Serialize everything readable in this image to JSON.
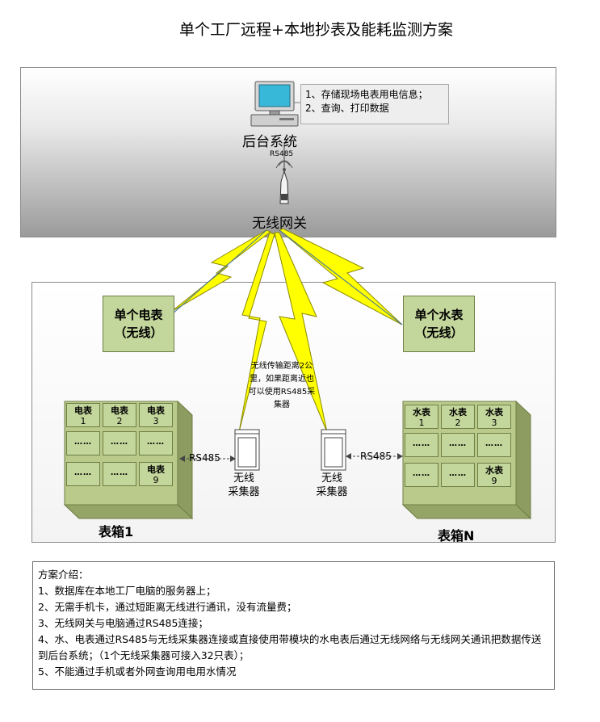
{
  "title": "单个工厂远程+本地抄表及能耗监测方案",
  "backend": {
    "label": "后台系统",
    "info": [
      "1、存储现场电表用电信息；",
      "2、查询、打印数据"
    ],
    "link_label": "RS485"
  },
  "gateway": {
    "label": "无线网关"
  },
  "single_meter_electric": {
    "line1": "单个电表",
    "line2": "（无线）"
  },
  "single_meter_water": {
    "line1": "单个水表",
    "line2": "（无线）"
  },
  "note": "无线传输距离2公里，如果距离近也可以使用RS485采集器",
  "collector_left": {
    "line1": "无线",
    "line2": "采集器"
  },
  "collector_right": {
    "line1": "无线",
    "line2": "采集器"
  },
  "link_left": "RS485",
  "link_right": "RS485",
  "box1": {
    "label": "表箱1",
    "cells": [
      {
        "l1": "电表",
        "l2": "1"
      },
      {
        "l1": "电表",
        "l2": "2"
      },
      {
        "l1": "电表",
        "l2": "3"
      },
      {
        "l1": "……",
        "l2": ""
      },
      {
        "l1": "……",
        "l2": ""
      },
      {
        "l1": "……",
        "l2": ""
      },
      {
        "l1": "……",
        "l2": ""
      },
      {
        "l1": "……",
        "l2": ""
      },
      {
        "l1": "电表",
        "l2": "9"
      }
    ]
  },
  "boxN": {
    "label": "表箱N",
    "cells": [
      {
        "l1": "水表",
        "l2": "1"
      },
      {
        "l1": "水表",
        "l2": "2"
      },
      {
        "l1": "水表",
        "l2": "3"
      },
      {
        "l1": "……",
        "l2": ""
      },
      {
        "l1": "……",
        "l2": ""
      },
      {
        "l1": "……",
        "l2": ""
      },
      {
        "l1": "……",
        "l2": ""
      },
      {
        "l1": "……",
        "l2": ""
      },
      {
        "l1": "水表",
        "l2": "9"
      }
    ]
  },
  "intro": {
    "heading": "方案介绍：",
    "items": [
      "1、数据库在本地工厂电脑的服务器上；",
      "2、无需手机卡，通过短距离无线进行通讯，没有流量费；",
      "3、无线网关与电脑通过RS485连接；",
      "4、水、电表通过RS485与无线采集器连接或直接使用带模块的水电表后通过无线网络与无线网关通讯把数据传送到后台系统；（1个无线采集器可接入32只表）；",
      "5、不能通过手机或者外网查询用电用水情况"
    ]
  },
  "colors": {
    "green": "#c3d69b",
    "lightning": "#ffff00",
    "link": "#3a6ea5"
  }
}
